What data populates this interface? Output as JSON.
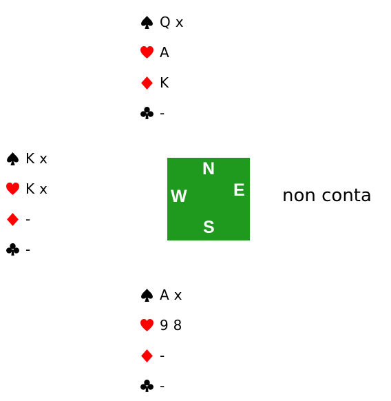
{
  "hands": {
    "north": {
      "spades": "Q x",
      "hearts": "A",
      "diamonds": "K",
      "clubs": "-"
    },
    "west": {
      "spades": "K x",
      "hearts": "K x",
      "diamonds": "-",
      "clubs": "-"
    },
    "south": {
      "spades": "A x",
      "hearts": "9 8",
      "diamonds": "-",
      "clubs": "-"
    }
  },
  "compass": {
    "north": "N",
    "west": "W",
    "east": "E",
    "south": "S",
    "color": "#1f9a1f"
  },
  "east_note": "non conta",
  "colors": {
    "black_suit": "#000000",
    "red_suit": "#ff0000"
  },
  "icons": {
    "spades": "spade-icon",
    "hearts": "heart-icon",
    "diamonds": "diamond-icon",
    "clubs": "club-icon"
  }
}
